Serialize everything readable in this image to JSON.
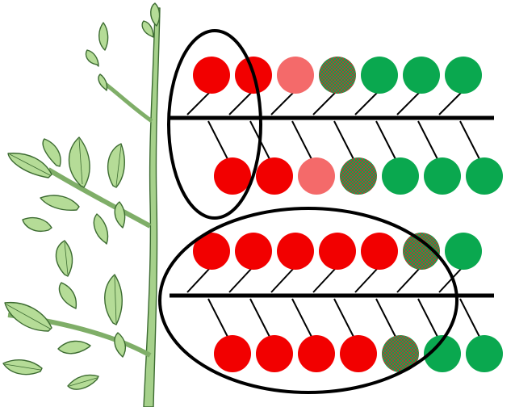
{
  "colors": {
    "ripe": "#f20000",
    "breaker": "#f46a6a",
    "turning": "#8f8f58",
    "green": "#0aa84f",
    "leaf_fill": "#b5dc97",
    "leaf_stroke": "#3c6b31",
    "stem": "#a6d18b",
    "axis": "#000000",
    "ellipse": "#000000"
  },
  "truss_rows": [
    {
      "id": "top-upper",
      "fruits": [
        "ripe",
        "ripe",
        "breaker",
        "turning",
        "green",
        "green",
        "green"
      ]
    },
    {
      "id": "top-lower",
      "fruits": [
        "ripe",
        "ripe",
        "breaker",
        "turning",
        "green",
        "green",
        "green"
      ]
    },
    {
      "id": "bottom-upper",
      "fruits": [
        "ripe",
        "ripe",
        "ripe",
        "ripe",
        "ripe",
        "turning",
        "green"
      ]
    },
    {
      "id": "bottom-lower",
      "fruits": [
        "ripe",
        "ripe",
        "ripe",
        "ripe",
        "turning",
        "green",
        "green"
      ]
    }
  ],
  "highlights": [
    "first-fruit-column",
    "lower-truss"
  ]
}
